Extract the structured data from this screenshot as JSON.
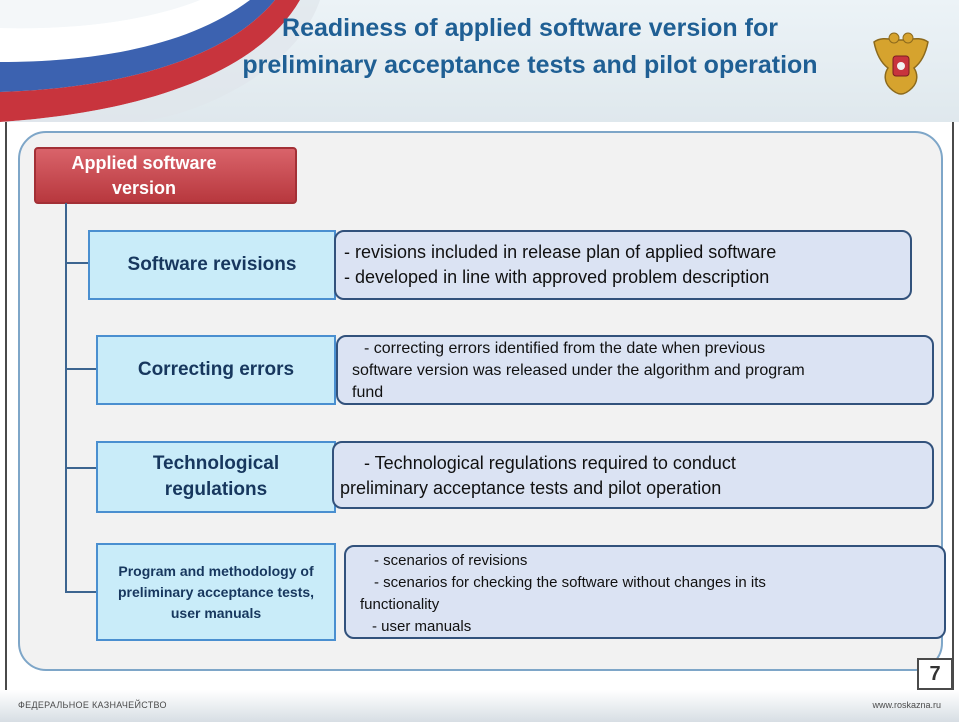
{
  "slide": {
    "title": "Readiness of applied software version for preliminary acceptance tests and pilot operation",
    "root_label": "Applied software version",
    "items": [
      {
        "label": "Software revisions",
        "desc": [
          "- revisions included in release plan of applied software",
          "- developed in line with approved problem description"
        ]
      },
      {
        "label": "Correcting errors",
        "desc": [
          "- correcting errors identified from the date when previous",
          "software version was released under the algorithm and program",
          "fund"
        ]
      },
      {
        "label": "Technological regulations",
        "desc": [
          "- Technological regulations required to conduct",
          "preliminary acceptance tests and pilot operation"
        ]
      },
      {
        "label": "Program and methodology of preliminary acceptance tests, user manuals",
        "desc": [
          "- scenarios of revisions",
          "- scenarios for checking the software without changes in its",
          "functionality",
          "- user manuals"
        ]
      }
    ],
    "page_number": "7"
  },
  "footer": {
    "left": "ФЕДЕРАЛЬНОЕ КАЗНАЧЕЙСТВО",
    "right": "www.roskazna.ru"
  },
  "colors": {
    "title": "#1f5f94",
    "root_fill": "#c0454b",
    "node_fill": "#c9ecf9",
    "desc_fill": "#dbe3f3"
  },
  "icons": {
    "flag": "russian-flag-decoration",
    "emblem": "treasury-emblem"
  }
}
